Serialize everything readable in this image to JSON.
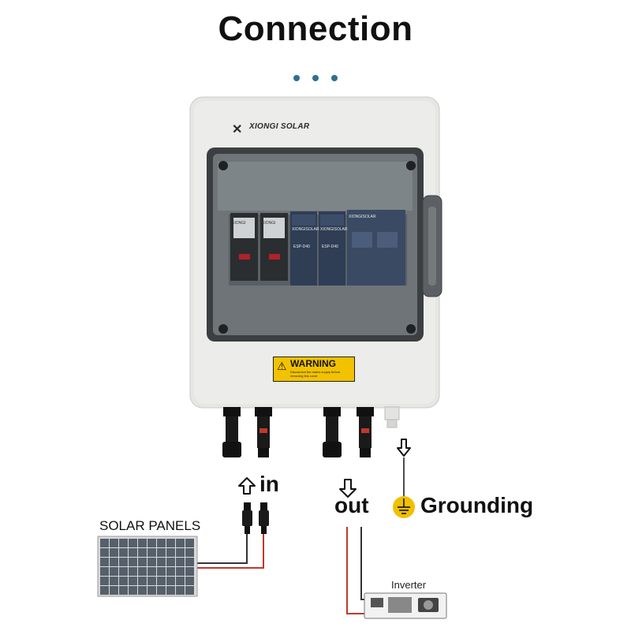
{
  "title": "Connection",
  "brand": "XIONGI SOLAR",
  "warning": {
    "title": "WARNING",
    "text": "Disconnect the mains supply before removing this cover"
  },
  "devices": {
    "breaker1": "XIONGI",
    "breaker2": "XIONGI",
    "spd1": "XIONGISOLAR",
    "spd1_model": "ESP-D40",
    "spd2": "XIONGISOLAR",
    "spd2_model": "ESP-D40",
    "fuse": "XIONGISOLAR"
  },
  "labels": {
    "in": "in",
    "out": "out",
    "grounding": "Grounding",
    "solar_panels": "SOLAR PANELS",
    "inverter": "Inverter"
  },
  "colors": {
    "accent_dots": "#2f6f8f",
    "wire_red": "#c0392b",
    "wire_black": "#333333",
    "ground": "#f0c000",
    "warning": "#f2c200"
  },
  "icons": {
    "in_arrow": "arrow-up-icon",
    "out_arrow": "arrow-down-icon",
    "ground_arrow": "arrow-down-icon",
    "ground_symbol": "ground-icon"
  }
}
